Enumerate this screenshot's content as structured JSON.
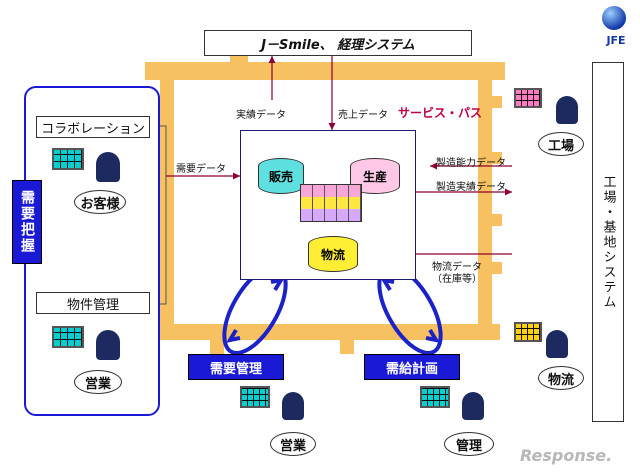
{
  "logo": {
    "text": "JFE"
  },
  "top_system": {
    "label": "J－Smile、 経理システム"
  },
  "left_panel": {
    "title": "需要把握",
    "collab": "コラボレーション",
    "customer": "お客様",
    "property": "物件管理",
    "sales": "営業"
  },
  "right_panel": {
    "title": "工場・基地システム",
    "factory": "工場",
    "logistics": "物流"
  },
  "center": {
    "sales_node": "販売",
    "production_node": "生産",
    "logistics_node": "物流"
  },
  "flows": {
    "results": "実績データ",
    "sales_data": "売上データ",
    "service_path": "サービス・パス",
    "demand_data": "需要データ",
    "capacity_data": "製造能力データ",
    "mfg_results": "製造実績データ",
    "logistics_data": "物流データ",
    "inventory": "（在庫等）"
  },
  "bottom": {
    "demand_mgmt": "需要管理",
    "supply_plan": "需給計画",
    "sales": "営業",
    "management": "管理"
  },
  "watermark": {
    "text": "Response."
  },
  "colors": {
    "frame": "#f7c060",
    "accent_blue": "#1a1ad6",
    "cylinder_teal": "#5fe0e0",
    "cylinder_pink": "#ffc8e6",
    "cylinder_yellow": "#ffee33",
    "arrow_red": "#900030",
    "loop_blue": "#1b22c8"
  }
}
